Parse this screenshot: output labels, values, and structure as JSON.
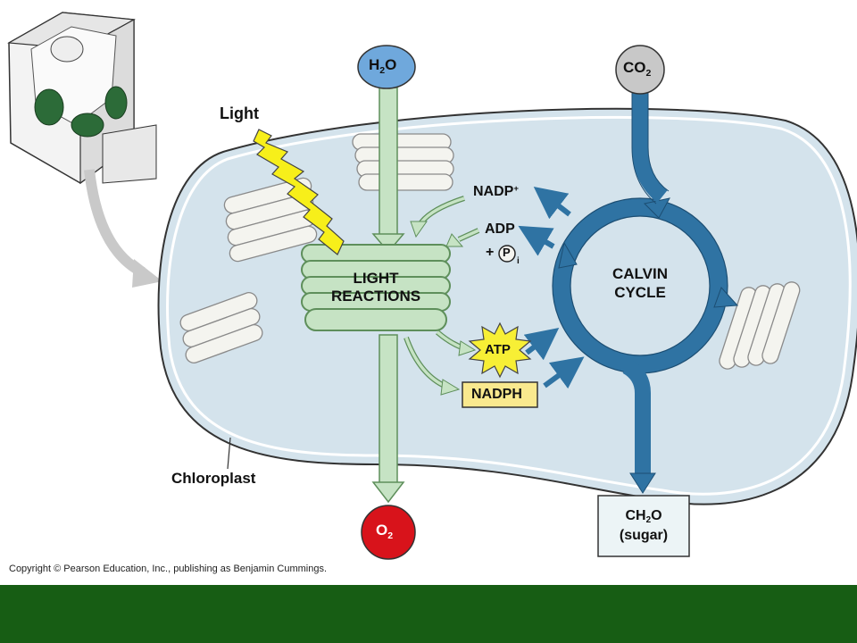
{
  "labels": {
    "light": "Light",
    "light_reactions_line1": "LIGHT",
    "light_reactions_line2": "REACTIONS",
    "calvin_line1": "CALVIN",
    "calvin_line2": "CYCLE",
    "nadp_plus": "NADP",
    "nadp_plus_sup": "+",
    "adp": "ADP",
    "plus": "+",
    "phosphate": "P",
    "phosphate_sub": "i",
    "atp": "ATP",
    "nadph": "NADPH",
    "chloroplast": "Chloroplast",
    "h2o_main": "H",
    "h2o_sub": "2",
    "h2o_end": "O",
    "co2_main": "CO",
    "co2_sub": "2",
    "o2_main": "O",
    "o2_sub": "2",
    "sugar_line1_main": "CH",
    "sugar_line1_sub": "2",
    "sugar_line1_end": "O",
    "sugar_line2": "(sugar)"
  },
  "copyright": "Copyright © Pearson Education, Inc., publishing as Benjamin Cummings.",
  "colors": {
    "stroma": "#d4e3ec",
    "thylakoid": "#f4f4ef",
    "light_reaction_fill": "#c6e3c4",
    "light_reaction_stroke": "#5e8f5b",
    "calvin_blue": "#2f73a3",
    "h2o_blue": "#6fa8dc",
    "co2_gray": "#c8c8c8",
    "o2_red": "#d8131b",
    "atp_yellow": "#f7ef35",
    "nadph_fill": "#f9e98e",
    "lightning_yellow": "#f7ef1a",
    "footer_green": "#175d14"
  }
}
